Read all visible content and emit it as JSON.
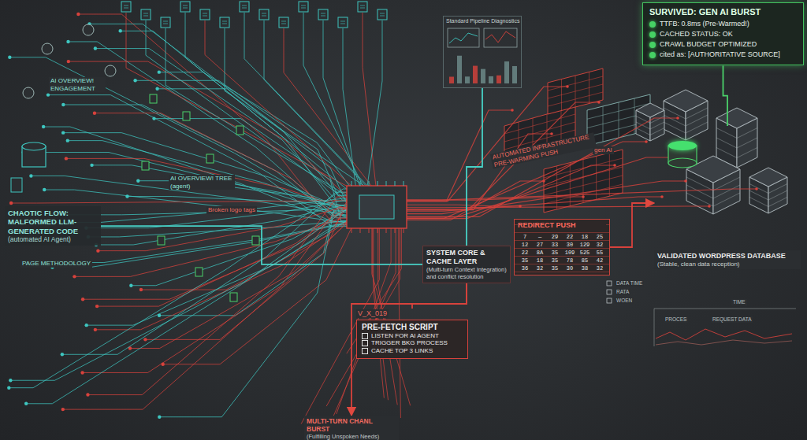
{
  "diagram": {
    "nodes": [
      {
        "text": [
          "CHAOTIC FLOW: MALFORMED LLM-GENERATED CODE",
          "(automated AI Agent)"
        ]
      },
      {
        "text": [
          "SYSTEM CORE & CACHE LAYER",
          "(Multi-turn Context Integration) and conflict resolution"
        ]
      },
      {
        "text": [
          "V_X_019",
          "PRE-FETCH SCRIPT",
          "LISTEN FOR AI AGENT",
          "TRIGGER BKG PROCESS",
          "CACHE TOP 3 LINKS"
        ]
      },
      {
        "text": [
          "REDIRECT PUSH"
        ]
      },
      {
        "text": [
          "VALIDATED WORDPRESS DATABASE",
          "(Stable, clean data reception)"
        ]
      },
      {
        "text": [
          "SURVIVED: GEN AI BURST",
          "TTFB: 0.8ms (Pre-Warmed!)",
          "CACHED STATUS: OK",
          "CRAWL BUDGET OPTIMIZED",
          "cited as: [AUTHORITATIVE SOURCE]"
        ]
      },
      {
        "text": [
          "Standard Pipeline Diagnostics"
        ]
      },
      {
        "text": [
          "MULTI-TURN CHANL BURST",
          "(Fulfilling Unspoken Needs)"
        ]
      }
    ],
    "edges": [
      {
        "from": 0,
        "to": 1,
        "arrow": "none"
      },
      {
        "from": 1,
        "to": 2,
        "arrow": "none"
      },
      {
        "from": 1,
        "to": 7,
        "arrow": "to"
      },
      {
        "from": 1,
        "to": 6,
        "arrow": "none"
      },
      {
        "from": 3,
        "to": 4,
        "arrow": "to"
      },
      {
        "from": 4,
        "to": 5,
        "arrow": "none"
      }
    ],
    "labels": [
      "AI OVERVIEW! ENGAGEMENT",
      "AI OVERVIEW! TREE (agent)",
      "Broken logo tags",
      "PAGE METHODOLOGY",
      "AUTOMATED INFRASTRUCTURE PRE-WARMING PUSH",
      "gen AI",
      "DATA TIME",
      "RATA",
      "WOEN",
      "TIME",
      "PROCES",
      "REQUEST DATA",
      "7",
      "—",
      "29",
      "22",
      "18",
      "25",
      "12",
      "27",
      "33",
      "30",
      "129",
      "32",
      "22",
      "8A",
      "35",
      "109",
      "525",
      "55",
      "35",
      "18",
      "35",
      "78",
      "85",
      "42",
      "36",
      "32",
      "35",
      "30",
      "38",
      "32"
    ]
  }
}
